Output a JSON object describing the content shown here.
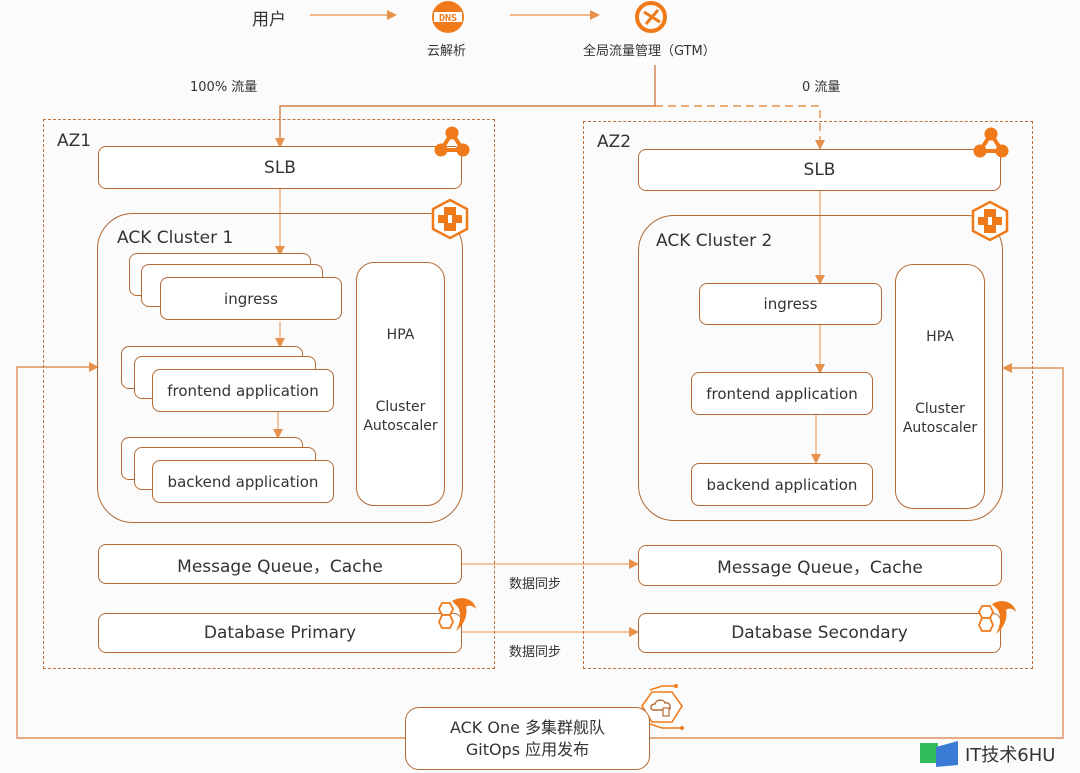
{
  "top": {
    "user_label": "用户",
    "dns_icon_text": "DNS",
    "dns_label": "云解析",
    "gtm_label": "全局流量管理（GTM）",
    "traffic_az1": "100% 流量",
    "traffic_az2": "0 流量"
  },
  "az1": {
    "label": "AZ1",
    "slb": "SLB",
    "cluster_label": "ACK Cluster 1",
    "ingress": "ingress",
    "frontend": "frontend application",
    "backend": "backend application",
    "hpa": "HPA",
    "autoscaler_line1": "Cluster",
    "autoscaler_line2": "Autoscaler",
    "mq": "Message Queue，Cache",
    "db": "Database Primary"
  },
  "az2": {
    "label": "AZ2",
    "slb": "SLB",
    "cluster_label": "ACK Cluster 2",
    "ingress": "ingress",
    "frontend": "frontend application",
    "backend": "backend application",
    "hpa": "HPA",
    "autoscaler_line1": "Cluster",
    "autoscaler_line2": "Autoscaler",
    "mq": "Message Queue，Cache",
    "db": "Database Secondary"
  },
  "sync": {
    "mq_sync": "数据同步",
    "db_sync": "数据同步"
  },
  "gitops": {
    "line1": "ACK One 多集群舰队",
    "line2": "GitOps 应用发布"
  },
  "watermark": "IT技术6HU",
  "colors": {
    "accent": "#f07a1a",
    "stroke": "#b46a35",
    "arrow": "#e8914a"
  }
}
